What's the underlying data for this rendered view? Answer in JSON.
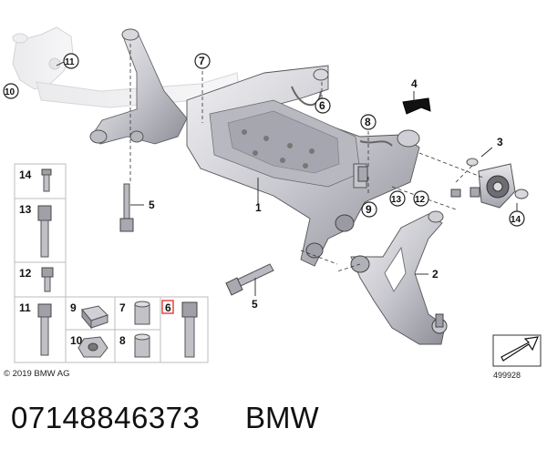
{
  "diagram": {
    "callouts": [
      "1",
      "2",
      "3",
      "4",
      "5",
      "5",
      "6",
      "7",
      "8",
      "9",
      "10",
      "11",
      "12",
      "13",
      "14"
    ],
    "legend_cells": [
      "14",
      "13",
      "12",
      "11",
      "9",
      "7",
      "6",
      "10",
      "8"
    ],
    "highlighted_cell": "6",
    "accent_color": "#e53935"
  },
  "footer": {
    "copyright": "© 2019 BMW AG",
    "diagram_id": "499928"
  },
  "product": {
    "part_number": "07148846373",
    "brand": "BMW"
  }
}
